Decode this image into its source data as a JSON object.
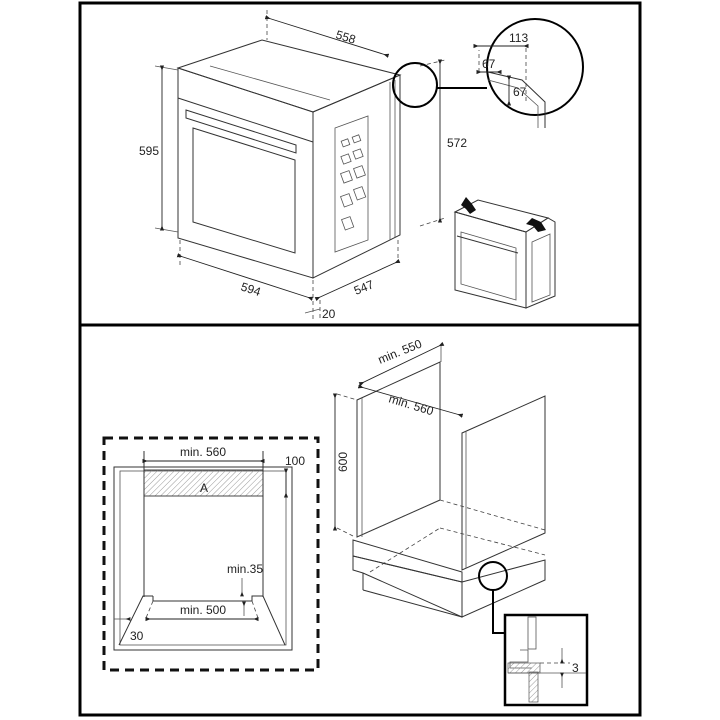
{
  "top_panel": {
    "dimensions": {
      "depth_top": "558",
      "height_front": "595",
      "height_body": "572",
      "width_front": "594",
      "depth_side": "547",
      "door_thickness": "20"
    },
    "detail": {
      "width_total": "113",
      "width_inner": "67",
      "height_inner": "67"
    }
  },
  "bottom_panel": {
    "front_view": {
      "width_min": "min. 560",
      "vent_height": "100",
      "vent_label": "A",
      "gap_min": "min.35",
      "bottom_width_min": "min. 500",
      "side_offset": "30"
    },
    "cabinet": {
      "depth_min": "min. 550",
      "width_min": "min. 560",
      "height": "600",
      "detail_gap": "3"
    }
  }
}
